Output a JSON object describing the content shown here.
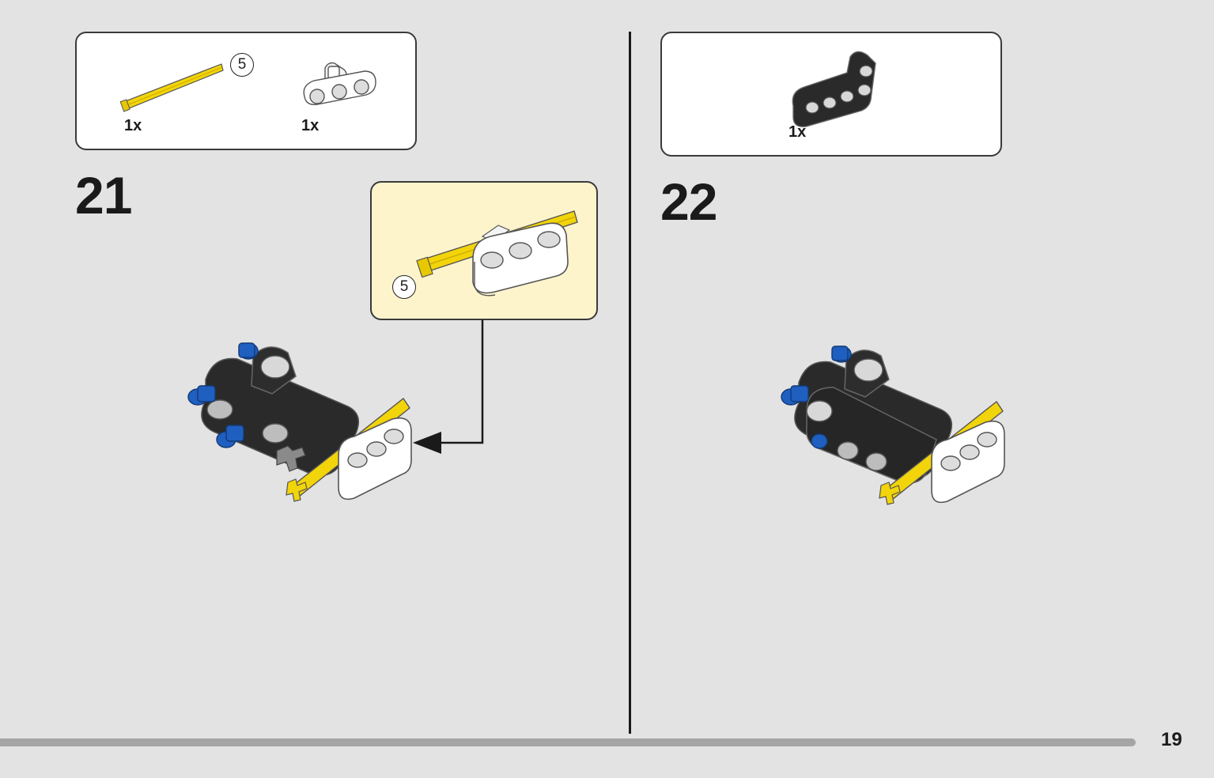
{
  "steps": [
    {
      "number": "21",
      "parts": [
        {
          "name": "axle-5-yellow",
          "qty": "1x",
          "length_badge": "5"
        },
        {
          "name": "beam-3-with-axle-holder-white",
          "qty": "1x"
        }
      ],
      "callout_badge": "5"
    },
    {
      "number": "22",
      "parts": [
        {
          "name": "angled-beam-black",
          "qty": "1x"
        }
      ]
    }
  ],
  "page": {
    "number": "19"
  },
  "colors": {
    "background": "#e3e3e3",
    "callout_bg": "#fdf4cc",
    "axle_yellow": "#f2d40a",
    "pin_blue": "#1f5fbf",
    "beam_black": "#2a2a2a",
    "beam_white": "#ffffff",
    "progress": "#a5a5a5"
  }
}
